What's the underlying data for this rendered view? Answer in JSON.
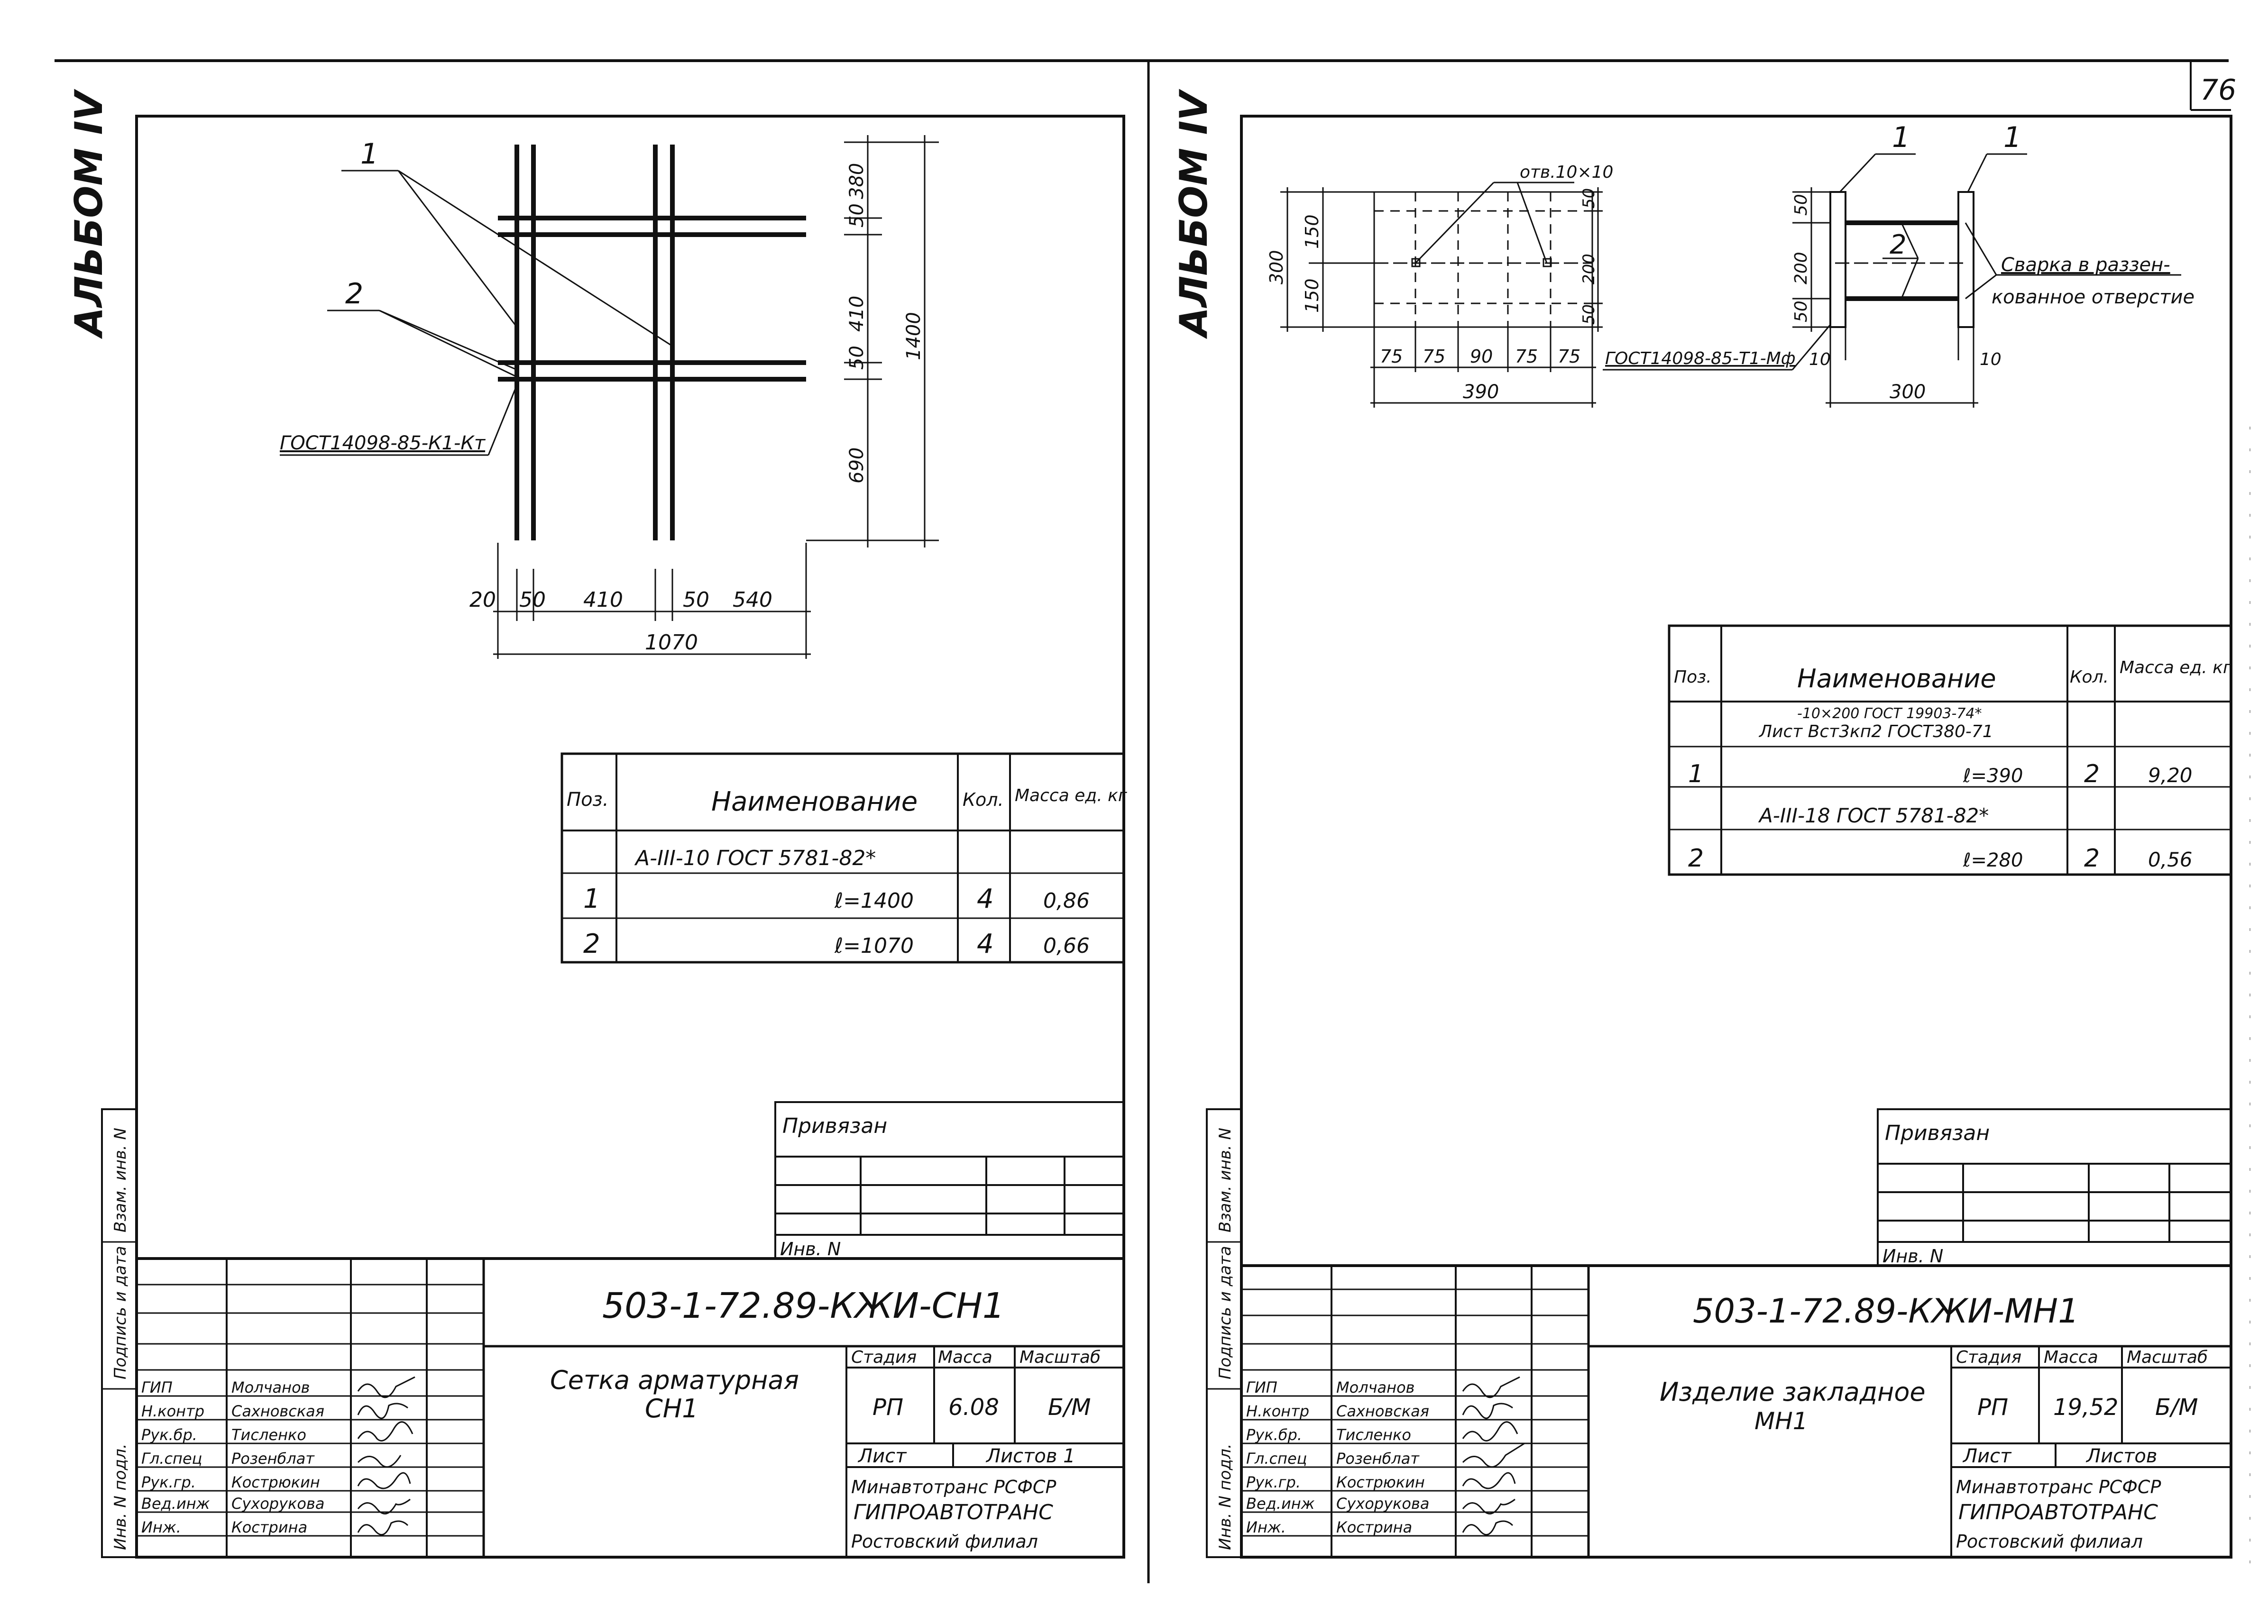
{
  "page_number": "76",
  "album": "АЛЬБОМ IV",
  "side_strip": {
    "inv_podl": "Инв. N подл.",
    "podpis_data": "Подпись и дата",
    "vzam_inv": "Взам. инв. N"
  },
  "sheet1": {
    "drawing": {
      "leader_1": "1",
      "leader_2": "2",
      "weld_note": "ГОСТ14098-85-К1-Кт",
      "dim_right_top": "50",
      "dim_right_top2": "380",
      "dim_right_mid": "410",
      "dim_right_mid2": "50",
      "dim_right_bottom": "690",
      "dim_right_total": "1400",
      "dim_bottom_a": "20",
      "dim_bottom_b": "50",
      "dim_bottom_c": "410",
      "dim_bottom_d": "50",
      "dim_bottom_e": "540",
      "dim_bottom_total": "1070"
    },
    "spec": {
      "headers": {
        "pos": "Поз.",
        "name": "Наименование",
        "qty": "Кол.",
        "mass": "Масса ед. кг"
      },
      "group": "А-III-10 ГОСТ 5781-82*",
      "rows": [
        {
          "pos": "1",
          "name": "ℓ=1400",
          "qty": "4",
          "mass": "0,86"
        },
        {
          "pos": "2",
          "name": "ℓ=1070",
          "qty": "4",
          "mass": "0,66"
        }
      ]
    },
    "privyazan": "Привязан",
    "inv_n": "Инв. N",
    "title_block": {
      "code": "503-1-72.89-КЖИ-СН1",
      "title_line1": "Сетка арматурная",
      "title_line2": "СН1",
      "stage_label": "Стадия",
      "mass_label": "Масса",
      "scale_label": "Масштаб",
      "stage": "РП",
      "mass": "6.08",
      "scale": "Б/М",
      "sheet_label": "Лист",
      "sheets_label": "Листов 1",
      "org1": "Минавтотранс РСФСР",
      "org2": "ГИПРОАВТОТРАНС",
      "org3": "Ростовский филиал",
      "staff": [
        {
          "role": "ГИП",
          "name": "Молчанов"
        },
        {
          "role": "Н.контр",
          "name": "Сахновская"
        },
        {
          "role": "Рук.бр.",
          "name": "Тисленко"
        },
        {
          "role": "Гл.спец",
          "name": "Розенблат"
        },
        {
          "role": "Рук.гр.",
          "name": "Кострюкин"
        },
        {
          "role": "Вед.инж",
          "name": "Сухорукова"
        },
        {
          "role": "Инж.",
          "name": "Кострина"
        }
      ]
    }
  },
  "sheet2": {
    "drawing": {
      "leader_1a": "1",
      "leader_1b": "1",
      "leader_2": "2",
      "hole_note": "отв.10×10",
      "weld_note": "ГОСТ14098-85-Т1-Мф",
      "weld_note2a": "Сварка в раззен-",
      "weld_note2b": "кованное отверстие",
      "dim_h_total": "300",
      "dim_h_a": "150",
      "dim_h_b": "150",
      "dim_hr_a": "50",
      "dim_hr_b": "200",
      "dim_hr_c": "50",
      "dim_w": [
        "75",
        "75",
        "90",
        "75",
        "75"
      ],
      "dim_w_total": "390",
      "dim_s_50a": "50",
      "dim_s_200": "200",
      "dim_s_50b": "50",
      "dim_s_10a": "10",
      "dim_s_10b": "10",
      "dim_s_total": "300"
    },
    "spec": {
      "headers": {
        "pos": "Поз.",
        "name": "Наименование",
        "qty": "Кол.",
        "mass": "Масса ед. кг"
      },
      "group1_top": "-10×200 ГОСТ 19903-74*",
      "group1_bottom": "Лист  Вст3кп2 ГОСТ380-71",
      "group2": "А-III-18 ГОСТ 5781-82*",
      "rows": [
        {
          "pos": "1",
          "name": "ℓ=390",
          "qty": "2",
          "mass": "9,20"
        },
        {
          "pos": "2",
          "name": "ℓ=280",
          "qty": "2",
          "mass": "0,56"
        }
      ]
    },
    "privyazan": "Привязан",
    "inv_n": "Инв. N",
    "title_block": {
      "code": "503-1-72.89-КЖИ-МН1",
      "title_line1": "Изделие закладное",
      "title_line2": "МН1",
      "stage_label": "Стадия",
      "mass_label": "Масса",
      "scale_label": "Масштаб",
      "stage": "РП",
      "mass": "19,52",
      "scale": "Б/М",
      "sheet_label": "Лист",
      "sheets_label": "Листов",
      "org1": "Минавтотранс РСФСР",
      "org2": "ГИПРОАВТОТРАНС",
      "org3": "Ростовский филиал",
      "staff": [
        {
          "role": "ГИП",
          "name": "Молчанов"
        },
        {
          "role": "Н.контр",
          "name": "Сахновская"
        },
        {
          "role": "Рук.бр.",
          "name": "Тисленко"
        },
        {
          "role": "Гл.спец",
          "name": "Розенблат"
        },
        {
          "role": "Рук.гр.",
          "name": "Кострюкин"
        },
        {
          "role": "Вед.инж",
          "name": "Сухорукова"
        },
        {
          "role": "Инж.",
          "name": "Кострина"
        }
      ]
    }
  }
}
